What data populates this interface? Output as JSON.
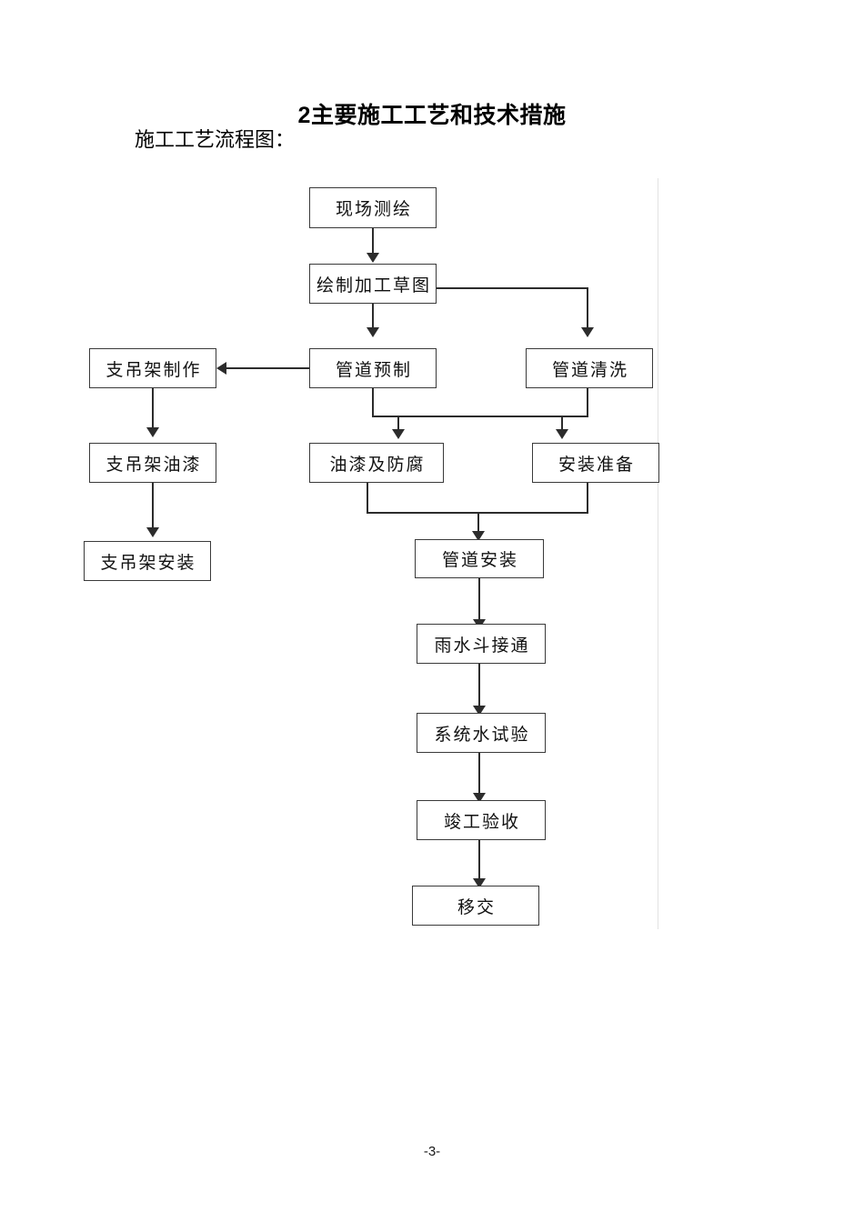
{
  "document": {
    "heading_number": "2",
    "heading_text": "主要施工工艺和技术措施",
    "subtitle": "施工工艺流程图：",
    "page_number": "-3-"
  },
  "flowchart": {
    "nodes": [
      {
        "id": "site-survey",
        "label": "现场测绘"
      },
      {
        "id": "draw-shop-sketch",
        "label": "绘制加工草图"
      },
      {
        "id": "hanger-fabrication",
        "label": "支吊架制作"
      },
      {
        "id": "pipe-prefab",
        "label": "管道预制"
      },
      {
        "id": "pipe-cleaning",
        "label": "管道清洗"
      },
      {
        "id": "hanger-painting",
        "label": "支吊架油漆"
      },
      {
        "id": "paint-anticorrosion",
        "label": "油漆及防腐"
      },
      {
        "id": "install-preparation",
        "label": "安装准备"
      },
      {
        "id": "hanger-installation",
        "label": "支吊架安装"
      },
      {
        "id": "pipe-installation",
        "label": "管道安装"
      },
      {
        "id": "rain-gutter-connect",
        "label": "雨水斗接通"
      },
      {
        "id": "system-water-test",
        "label": "系统水试验"
      },
      {
        "id": "completion-check",
        "label": "竣工验收"
      },
      {
        "id": "handover",
        "label": "移交"
      }
    ]
  }
}
